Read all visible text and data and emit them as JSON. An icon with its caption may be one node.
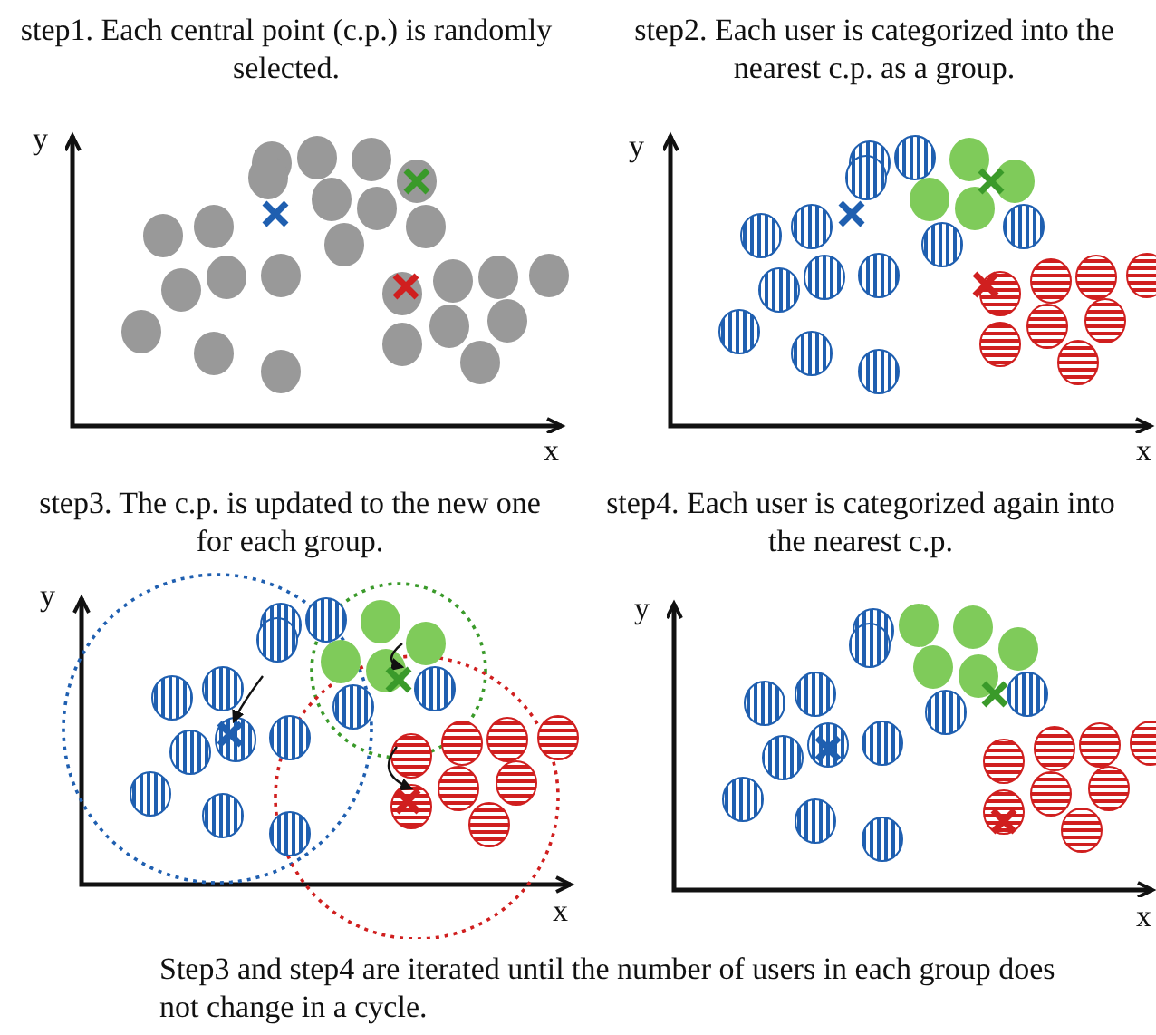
{
  "diagram": {
    "caption": "Step3 and step4 are iterated until the number of users in each group does not change in a cycle.",
    "labels": [
      "step1. Each central point (c.p.) is randomly selected.",
      "y",
      "x",
      "step2. Each user is categorized into the nearest c.p. as a group.",
      "y",
      "x",
      "step3. The c.p. is updated to the new one for each group.",
      "y",
      "x",
      "step4. Each user is categorized again into the nearest c.p.",
      "y",
      "x"
    ]
  }
}
